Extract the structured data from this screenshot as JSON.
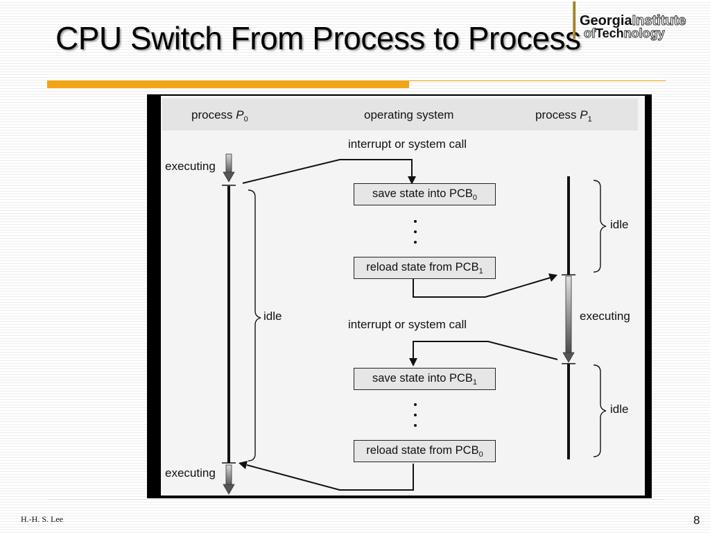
{
  "slide": {
    "title": "CPU Switch From Process to Process",
    "author": "H.-H. S. Lee",
    "page_number": "8"
  },
  "logo": {
    "line1_bold": "Georgia",
    "line1_outline": "Institute",
    "line2_prefix": "of",
    "line2_bold": "Tech",
    "line2_outline": "nology"
  },
  "diagram": {
    "header": {
      "p0_prefix": "process ",
      "p0_italic": "P",
      "p0_sub": "0",
      "os": "operating system",
      "p1_prefix": "process ",
      "p1_italic": "P",
      "p1_sub": "1"
    },
    "events": {
      "interrupt_1": "interrupt or system call",
      "interrupt_2": "interrupt or system call"
    },
    "boxes": {
      "save_0": {
        "text": "save state into PCB",
        "sub": "0"
      },
      "reload_1": {
        "text": "reload state from PCB",
        "sub": "1"
      },
      "save_1": {
        "text": "save state into PCB",
        "sub": "1"
      },
      "reload_0": {
        "text": "reload state from PCB",
        "sub": "0"
      }
    },
    "states": {
      "p0_executing_top": "executing",
      "p0_idle": "idle",
      "p0_executing_bottom": "executing",
      "p1_idle_top": "idle",
      "p1_executing": "executing",
      "p1_idle_bottom": "idle"
    }
  }
}
